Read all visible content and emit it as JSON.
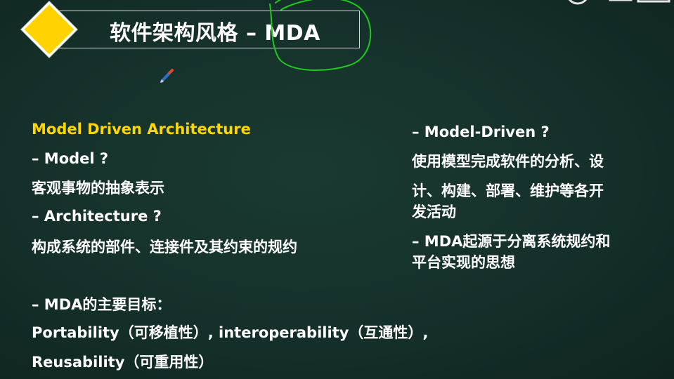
{
  "title": "软件架构风格 – MDA",
  "left": {
    "heading": "Model Driven Architecture",
    "model_q": "– Model ?",
    "model_def": "客观事物的抽象表示",
    "arch_q": "– Architecture ?",
    "arch_def": "构成系统的部件、连接件及其约束的规约",
    "goals_heading": "– MDA的主要目标：",
    "goals_line1": "Portability（可移植性）, interoperability（互通性）,",
    "goals_line2": "Reusability（可重用性）"
  },
  "right": {
    "md_q": "– Model-Driven ?",
    "md_def_line1": "使用模型完成软件的分析、设",
    "md_def_line2": "计、构建、部署、维护等各开",
    "md_def_line3": "发活动",
    "origin_line1": "– MDA起源于分离系统规约和",
    "origin_line2": "平台实现的思想"
  },
  "colors": {
    "background": "#15302a",
    "accent_yellow": "#ffd700",
    "diamond": "#ffd200",
    "annotation_green": "#1ec81e"
  },
  "icons": [
    "diamond-bullet-icon",
    "pen-icon"
  ]
}
